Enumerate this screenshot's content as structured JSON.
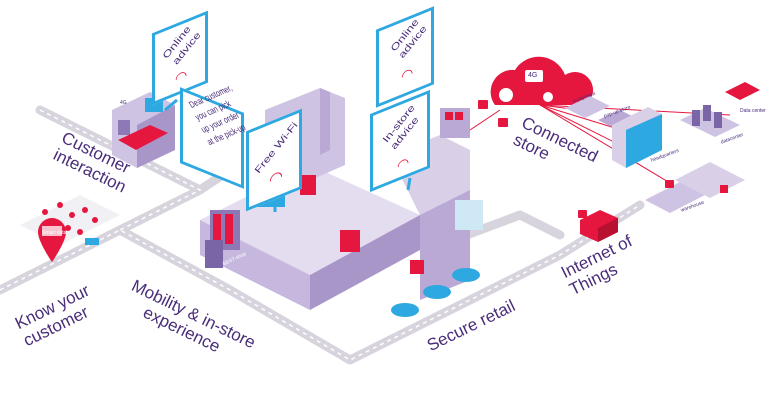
{
  "labels": {
    "customer_interaction": [
      "Customer",
      "interaction"
    ],
    "know_your_customer": [
      "Know your",
      "customer"
    ],
    "mobility": [
      "Mobility & in-store",
      "experience"
    ],
    "secure_retail": "Secure retail",
    "iot": [
      "Internet of",
      "Things"
    ],
    "connected_store": [
      "Connected",
      "store"
    ]
  },
  "signs": {
    "online_advice_left": [
      "Online",
      "advice"
    ],
    "online_advice_right": [
      "Online",
      "advice"
    ],
    "dear_customer": [
      "Dear customer,",
      "you can pick",
      "up your order",
      "at the pick-up"
    ],
    "free_wifi": "Free Wi-Fi",
    "in_store_advice": [
      "In-store",
      "advice"
    ]
  },
  "small_text": {
    "shop_name": "BEST-shop",
    "cloud_badge": "4G",
    "mini_badge": "4G",
    "smart_data": "Smart data",
    "e_payment": "e-payment",
    "popup_store": "pop-up store",
    "headquarters": "headquarters",
    "datacenter": "datacenter",
    "data_center": "Data center",
    "warehouse": "warehouse"
  },
  "colors": {
    "accent_red": "#e5173f",
    "sign_blue": "#2ea8e0",
    "text_purple": "#4a2d7a",
    "road_gray": "#d6d3dc",
    "building_lilac": "#b9a9d4"
  }
}
